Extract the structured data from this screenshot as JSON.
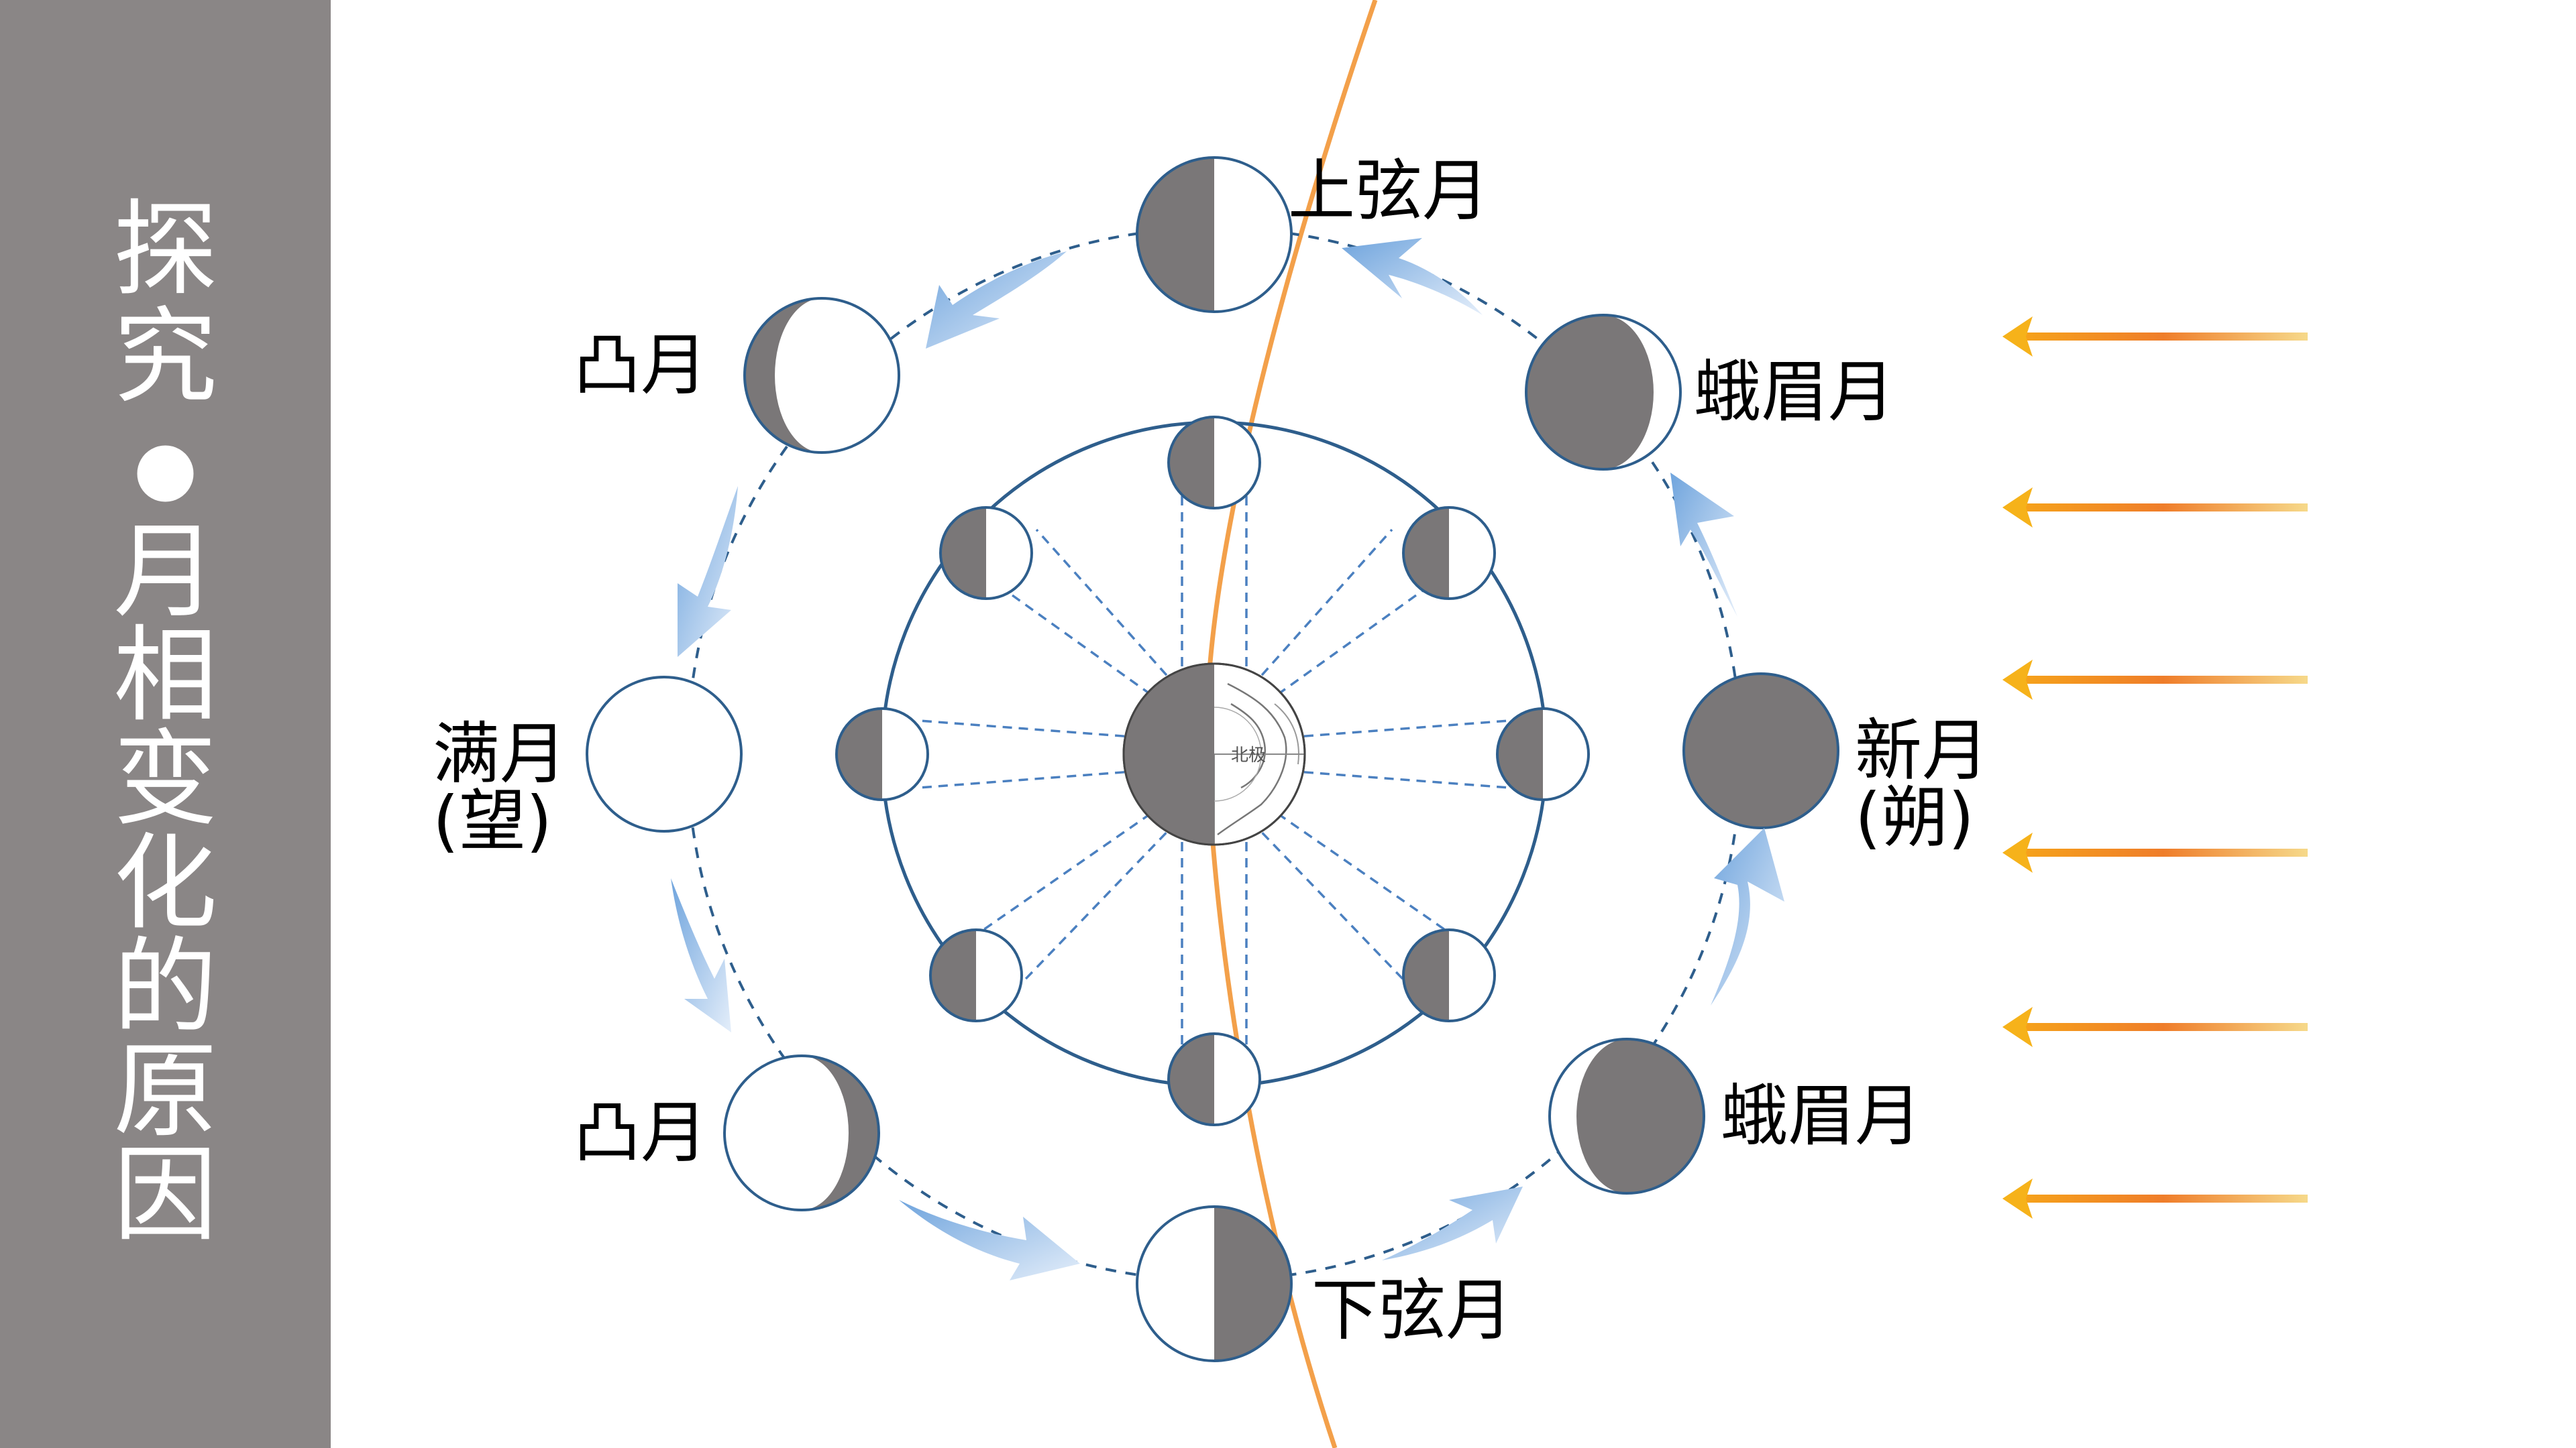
{
  "sidebar": {
    "title_chars": [
      "探",
      "究",
      "●",
      "月",
      "相",
      "变",
      "化",
      "的",
      "原",
      "因"
    ],
    "background": "#8a8686",
    "text_color": "#ffffff"
  },
  "diagram": {
    "earth_label": "北极",
    "phases": {
      "first_quarter": "上弦月",
      "waxing_crescent": "蛾眉月",
      "new_moon": "新月",
      "new_moon_sub": "(朔)",
      "waning_crescent": "蛾眉月",
      "last_quarter": "下弦月",
      "gibbous_bottom": "凸月",
      "full_moon": "满月",
      "full_moon_sub": "(望)",
      "gibbous_top": "凸月"
    },
    "colors": {
      "moon_dark": "#7a7778",
      "orbit_line": "#2e5e8c",
      "arrow_blue": "#9cc3ea",
      "terminator_orange": "#f3a04a",
      "sun_arrow_start": "#f6a31a",
      "sun_arrow_end": "#f4d27a"
    },
    "sunlight_arrows": 6
  }
}
